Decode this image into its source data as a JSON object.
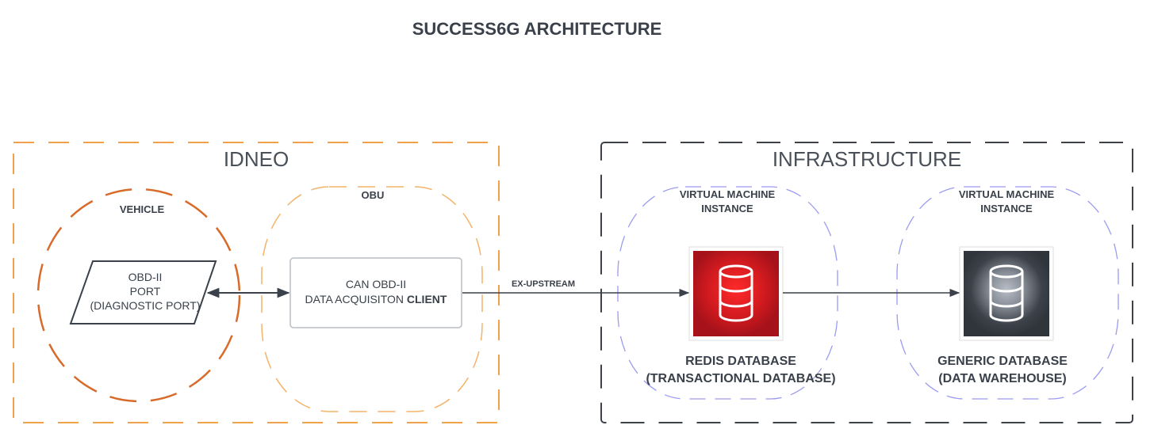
{
  "title": "SUCCESS6G ARCHITECTURE",
  "groups": {
    "idneo": {
      "label": "IDNEO",
      "vehicle": {
        "label": "VEHICLE",
        "port_lines": [
          "OBD-II",
          "PORT",
          "(DIAGNOSTIC PORT)"
        ]
      },
      "obu": {
        "label": "OBU",
        "client_line1": "CAN OBD-II",
        "client_line2_prefix": "DATA ACQUISITON ",
        "client_line2_bold": "CLIENT"
      }
    },
    "infrastructure": {
      "label": "INFRASTRUCTURE",
      "vm1": {
        "label_lines": [
          "VIRTUAL MACHINE",
          "INSTANCE"
        ],
        "db_icon": "redis-database-icon",
        "db_lines": [
          "REDIS DATABASE",
          "(TRANSACTIONAL DATABASE)"
        ]
      },
      "vm2": {
        "label_lines": [
          "VIRTUAL MACHINE",
          "INSTANCE"
        ],
        "db_icon": "generic-database-icon",
        "db_lines": [
          "GENERIC DATABASE",
          "(DATA WAREHOUSE)"
        ]
      }
    }
  },
  "edges": {
    "ex_upstream_label": "EX-UPSTREAM"
  },
  "colors": {
    "idneo_border": "#f0a24a",
    "vehicle_border": "#d86a2a",
    "obu_border": "#f4b36a",
    "infra_border": "#3d4248",
    "vm_border": "#9b9bf2",
    "redis_bg": "#c8171d",
    "generic_bg": "#3a3f47",
    "arrow": "#3a414a"
  }
}
